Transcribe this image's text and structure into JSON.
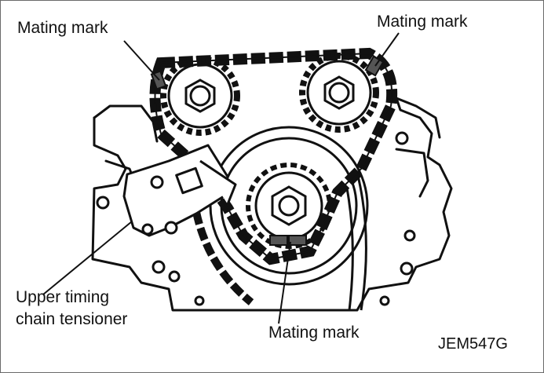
{
  "labels": {
    "mating_mark_left": "Mating mark",
    "mating_mark_right": "Mating mark",
    "mating_mark_bottom": "Mating mark",
    "tensioner_line1": "Upper timing",
    "tensioner_line2": "chain tensioner",
    "figure_code": "JEM547G"
  },
  "colors": {
    "ink": "#111111",
    "paper": "#ffffff"
  }
}
